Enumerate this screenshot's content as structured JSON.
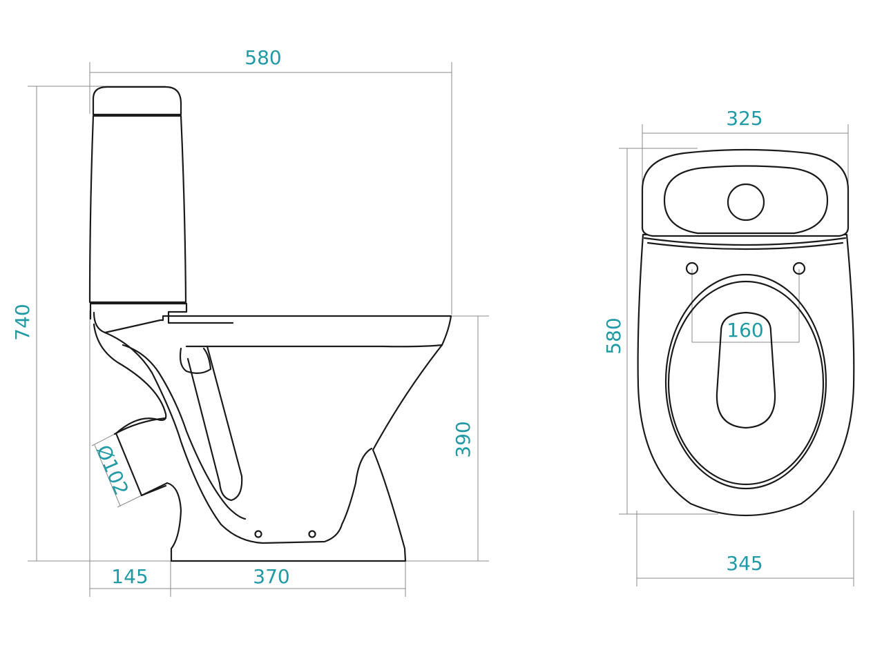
{
  "colors": {
    "dimension_text": "#1f9aa6",
    "outline": "#1a1a1a",
    "dimension_lines": "#8a8a8a",
    "background": "#ffffff"
  },
  "side_view": {
    "overall_depth": "580",
    "overall_height": "740",
    "bowl_rim_height": "390",
    "outlet_diameter": "Ø102",
    "outlet_offset": "145",
    "base_length": "370"
  },
  "top_view": {
    "cistern_width": "325",
    "bowl_width": "345",
    "overall_length": "580",
    "seat_hole_spacing": "160"
  }
}
